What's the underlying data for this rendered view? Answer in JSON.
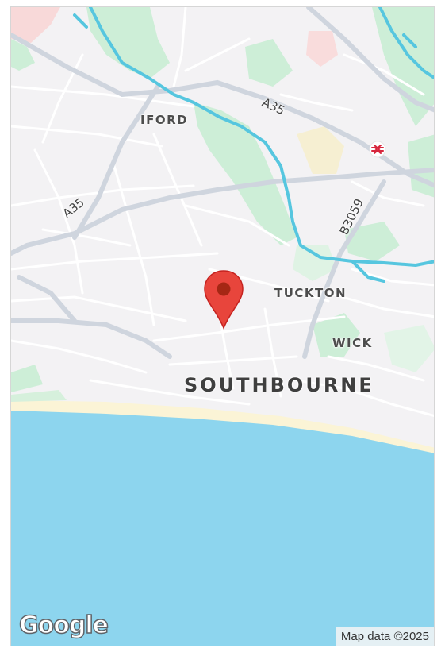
{
  "map": {
    "places": {
      "iford": "IFORD",
      "tuckton": "TUCKTON",
      "wick": "WICK",
      "southbourne": "SOUTHBOURNE"
    },
    "roads": {
      "a35_north": "A35",
      "a35_west": "A35",
      "b3059": "B3059"
    },
    "logo": "Google",
    "attribution": "Map data ©2025",
    "icons": {
      "marker": "location-pin-icon",
      "rail": "rail-station-icon"
    },
    "colors": {
      "sea": "#8dd5ee",
      "land": "#f3f2f4",
      "park": "#cdeed7",
      "river": "#56c6df",
      "beach": "#fbf4d6",
      "pin": "#e8453c"
    }
  }
}
